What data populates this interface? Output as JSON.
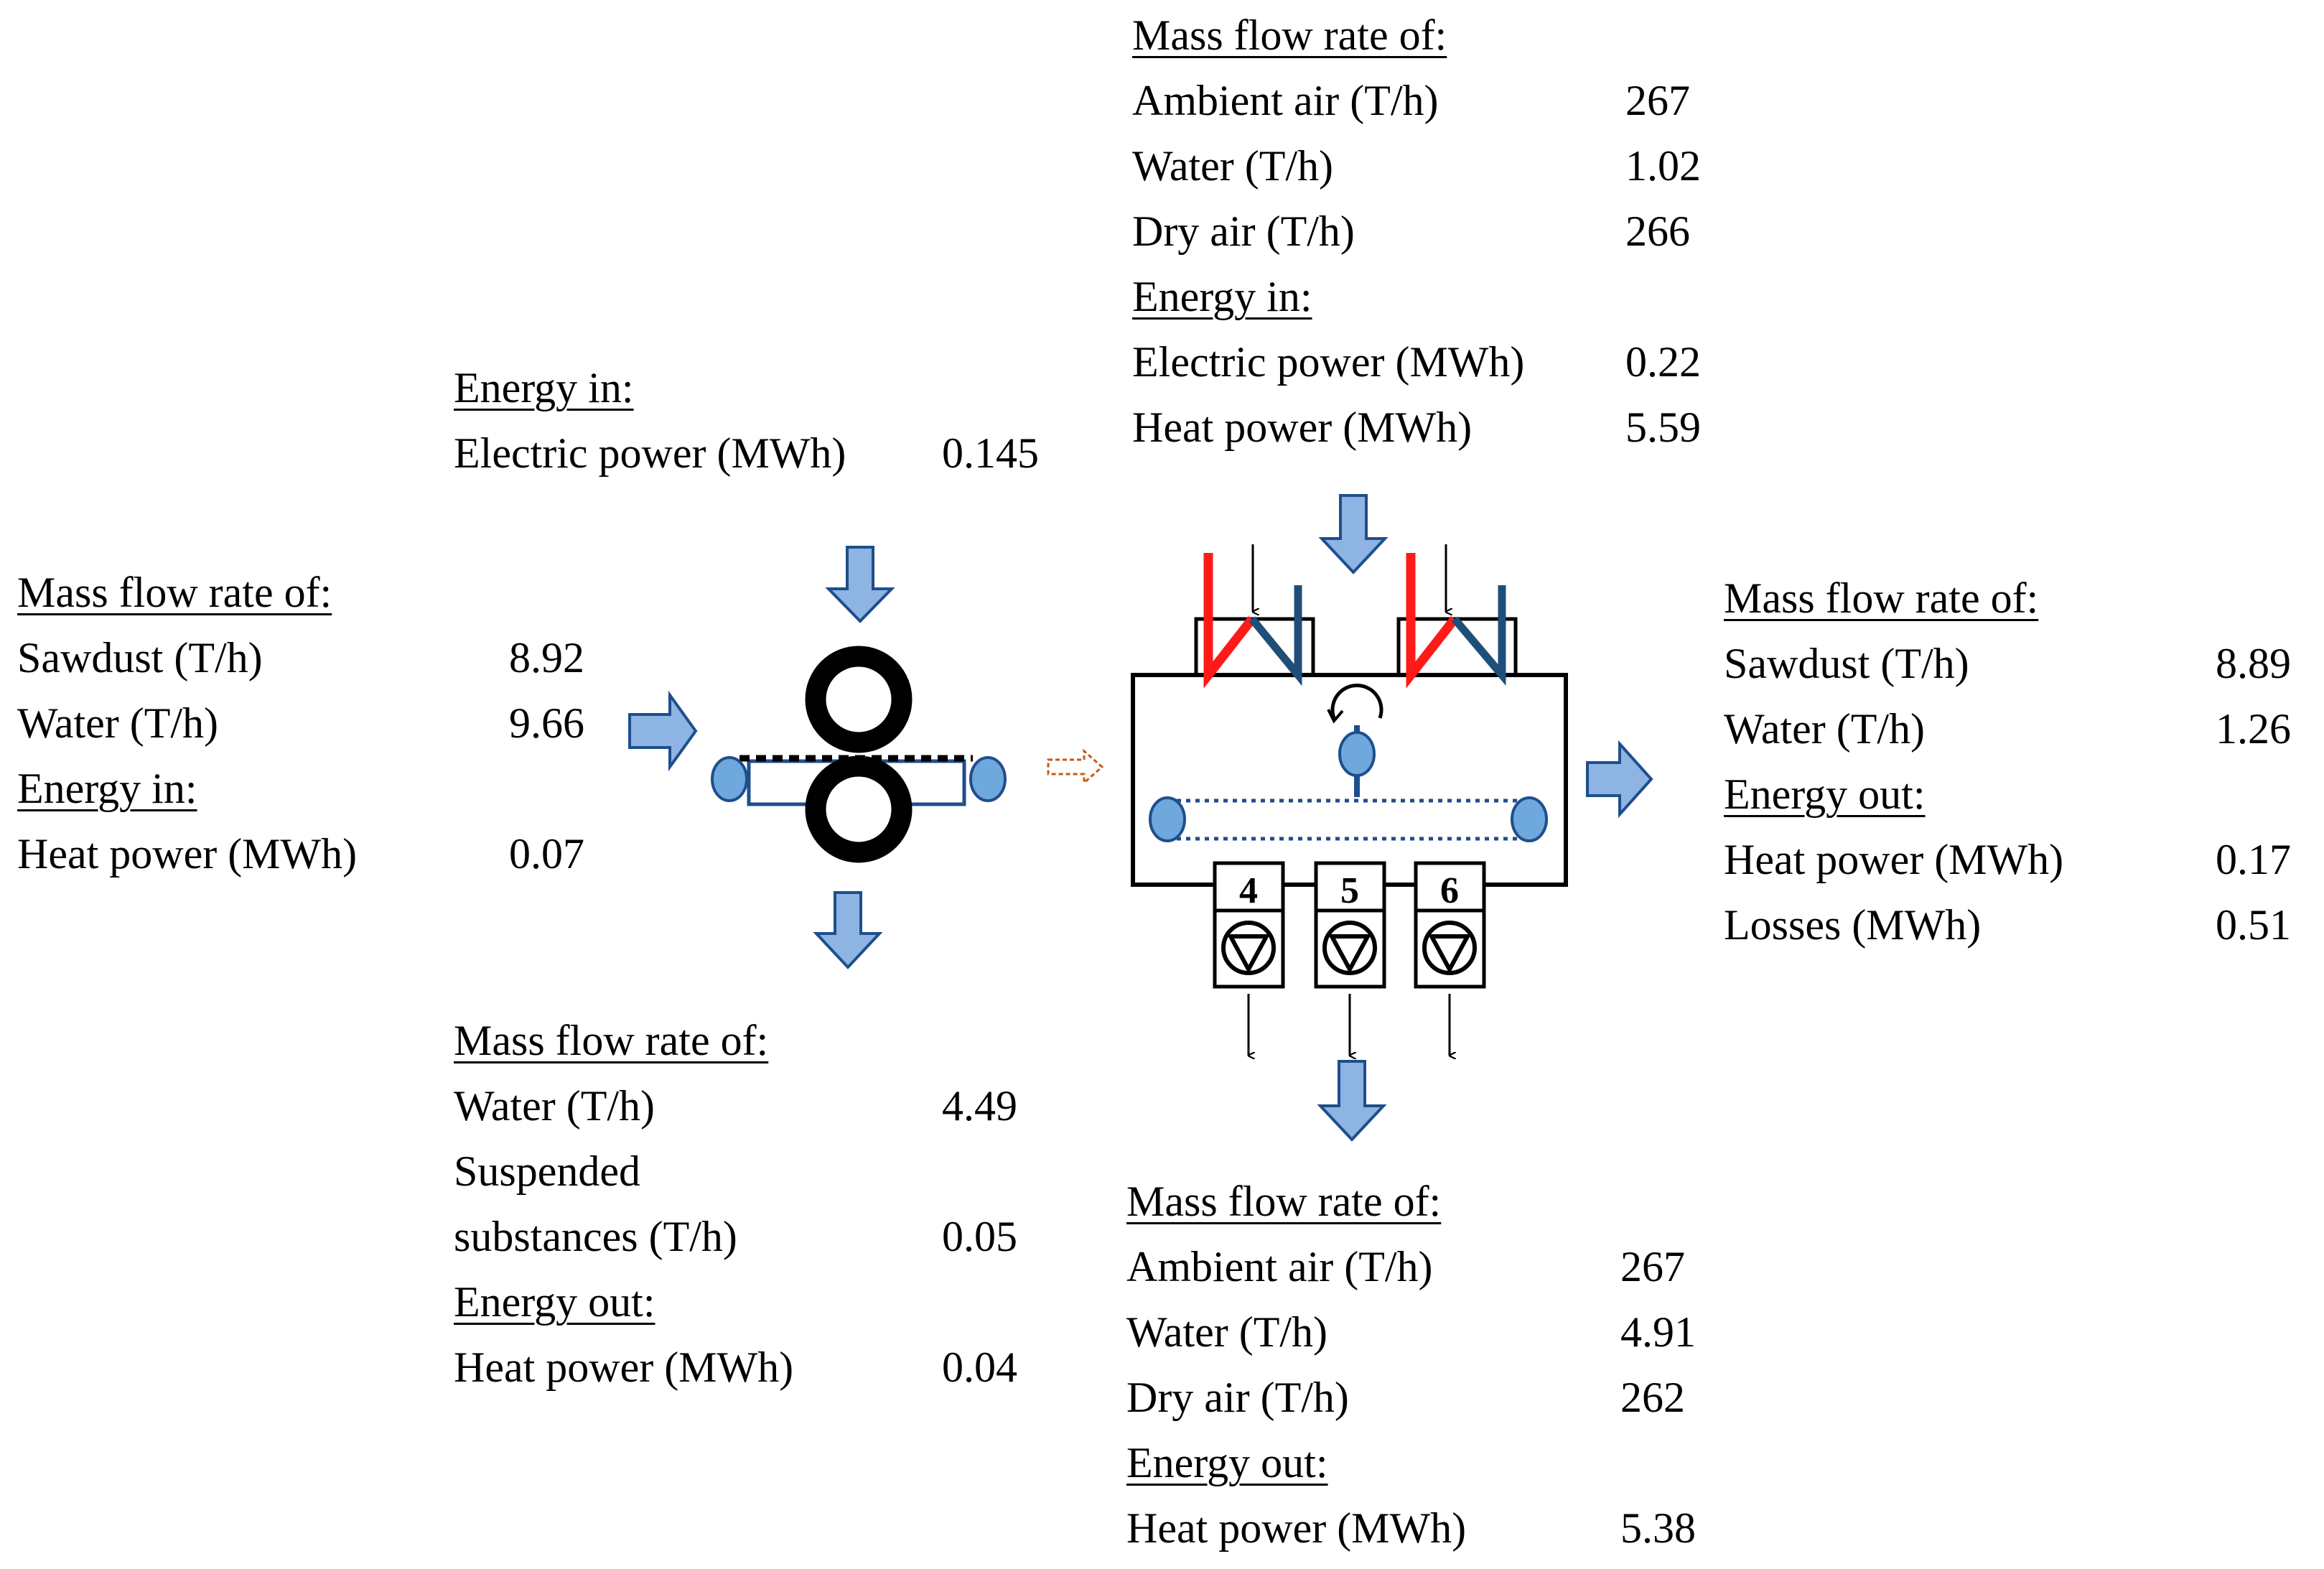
{
  "colors": {
    "arrow_fill": "#8db4e2",
    "arrow_stroke": "#1f4e8c",
    "hot_pipe": "#ff1a1a",
    "cold_pipe": "#1f4e79",
    "roller": "#6fa8dc",
    "outline": "#000000"
  },
  "icons": [
    "roller-press-icon",
    "dryer-icon",
    "fan-icon",
    "flow-arrow-icon"
  ],
  "press_input": {
    "heading": "Mass flow rate of:",
    "sawdust_label": "Sawdust (T/h)",
    "sawdust_value": "8.92",
    "water_label": "Water (T/h)",
    "water_value": "9.66",
    "energy_heading": "Energy in:",
    "heat_label": "Heat power (MWh)",
    "heat_value": "0.07"
  },
  "press_energy": {
    "heading": "Energy in:",
    "electric_label": "Electric power (MWh)",
    "electric_value": "0.145"
  },
  "press_output": {
    "heading": "Mass flow rate of:",
    "water_label": "Water (T/h)",
    "water_value": "4.49",
    "suspended_label_1": "Suspended",
    "suspended_label_2": "substances (T/h)",
    "suspended_value": "0.05",
    "energy_heading": "Energy out:",
    "heat_label": "Heat power (MWh)",
    "heat_value": "0.04"
  },
  "dryer_input": {
    "heading": "Mass flow rate of:",
    "ambient_label": "Ambient air (T/h)",
    "ambient_value": "267",
    "water_label": "Water (T/h)",
    "water_value": "1.02",
    "dry_label": "Dry air (T/h)",
    "dry_value": "266",
    "energy_heading": "Energy in:",
    "electric_label": "Electric power (MWh)",
    "electric_value": "0.22",
    "heat_label": "Heat power (MWh)",
    "heat_value": "5.59"
  },
  "dryer_fans": [
    "4",
    "5",
    "6"
  ],
  "dryer_output": {
    "heading": "Mass flow rate of:",
    "sawdust_label": "Sawdust (T/h)",
    "sawdust_value": "8.89",
    "water_label": "Water (T/h)",
    "water_value": "1.26",
    "energy_heading": "Energy out:",
    "heat_label": "Heat power (MWh)",
    "heat_value": "0.17",
    "losses_label": "Losses (MWh)",
    "losses_value": "0.51"
  },
  "dryer_exhaust": {
    "heading": "Mass flow rate of:",
    "ambient_label": "Ambient air (T/h)",
    "ambient_value": "267",
    "water_label": "Water (T/h)",
    "water_value": "4.91",
    "dry_label": "Dry air (T/h)",
    "dry_value": "262",
    "energy_heading": "Energy out:",
    "heat_label": "Heat power (MWh)",
    "heat_value": "5.38"
  }
}
